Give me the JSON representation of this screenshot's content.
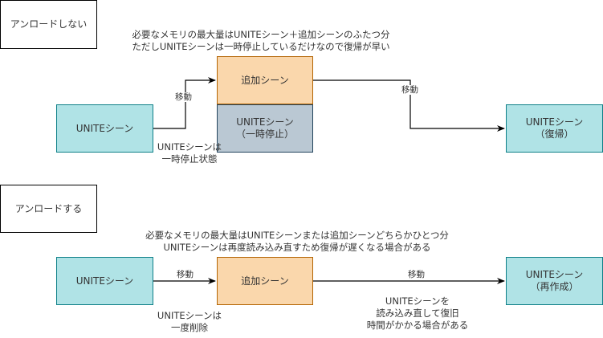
{
  "sections": [
    {
      "title": "アンロードしない",
      "description": [
        "必要なメモリの最大量はUNITEシーン＋追加シーンのふたつ分",
        "ただしUNITEシーンは一時停止しているだけなので復帰が早い"
      ],
      "source_node": "UNITEシーン",
      "additive_node": "追加シーン",
      "paused_node": [
        "UNITEシーン",
        "（一時停止）"
      ],
      "target_node": [
        "UNITEシーン",
        "（復帰）"
      ],
      "edge_label_1": "移動",
      "edge_label_2": "移動",
      "source_note": [
        "UNITEシーンは",
        "一時停止状態"
      ]
    },
    {
      "title": "アンロードする",
      "description": [
        "必要なメモリの最大量はUNITEシーンまたは追加シーンどちらかひとつ分",
        "UNITEシーンは再度読み込み直すため復帰が遅くなる場合がある"
      ],
      "source_node": "UNITEシーン",
      "additive_node": "追加シーン",
      "target_node": [
        "UNITEシーン",
        "（再作成）"
      ],
      "edge_label_1": "移動",
      "edge_label_2": "移動",
      "source_note": [
        "UNITEシーンは",
        "一度削除"
      ],
      "target_note": [
        "UNITEシーンを",
        "読み込み直して復旧",
        "時間がかかる場合がある"
      ]
    }
  ],
  "colors": {
    "unite_fill": "#b0e3e6",
    "unite_stroke": "#0e8088",
    "additive_fill": "#fad7ac",
    "additive_stroke": "#b46504",
    "paused_fill": "#bac8d3",
    "paused_stroke": "#23445d"
  }
}
